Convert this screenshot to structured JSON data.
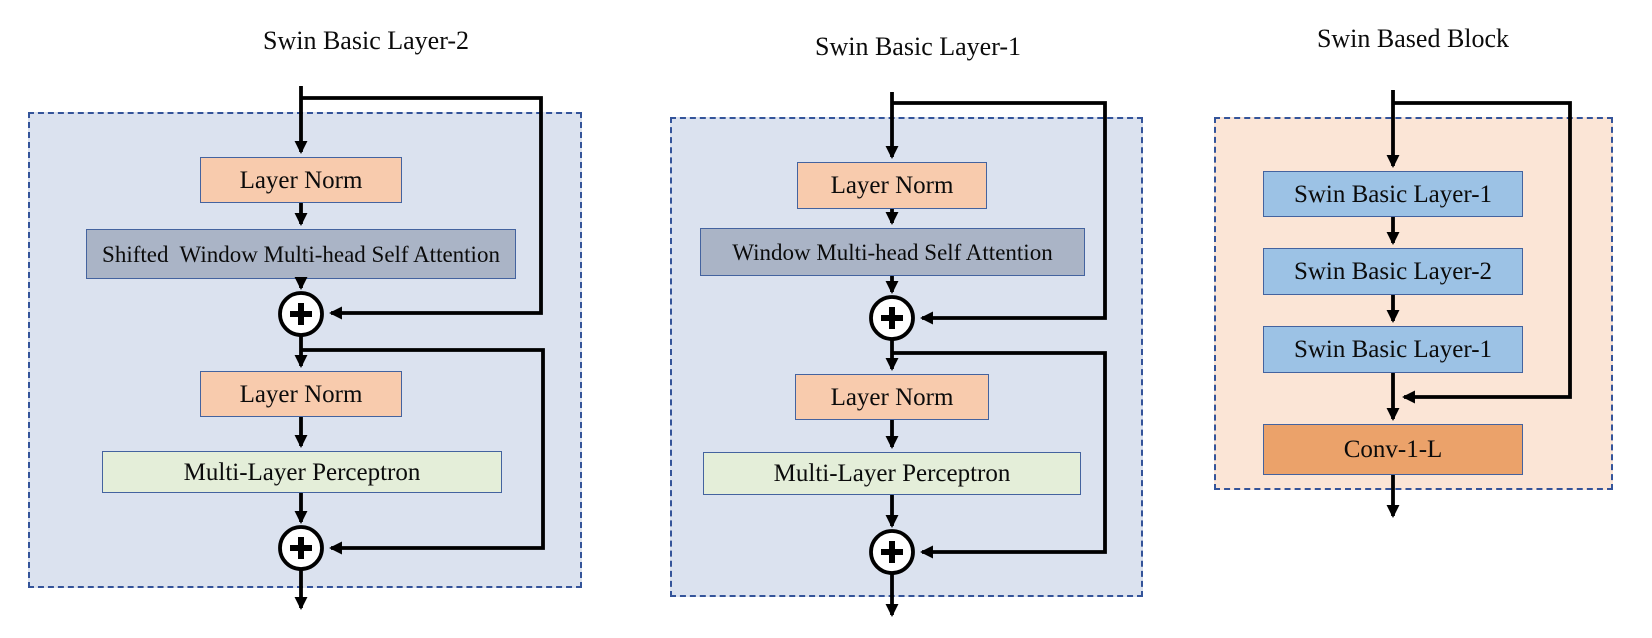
{
  "diagram": {
    "panels": [
      {
        "title": "Swin Basic Layer-2",
        "boxes": [
          {
            "label": "Layer Norm"
          },
          {
            "label": "Shifted  Window Multi-head Self Attention"
          },
          {
            "label": "Layer Norm"
          },
          {
            "label": "Multi-Layer Perceptron"
          }
        ],
        "operators": [
          {
            "symbol": "+"
          },
          {
            "symbol": "+"
          }
        ]
      },
      {
        "title": "Swin Basic Layer-1",
        "boxes": [
          {
            "label": "Layer Norm"
          },
          {
            "label": "Window Multi-head Self Attention"
          },
          {
            "label": "Layer Norm"
          },
          {
            "label": "Multi-Layer Perceptron"
          }
        ],
        "operators": [
          {
            "symbol": "+"
          },
          {
            "symbol": "+"
          }
        ]
      },
      {
        "title": "Swin Based Block",
        "boxes": [
          {
            "label": "Swin Basic Layer-1"
          },
          {
            "label": "Swin Basic Layer-2"
          },
          {
            "label": "Swin Basic Layer-1"
          },
          {
            "label": "Conv-1-L"
          }
        ],
        "operators": []
      }
    ],
    "colors": {
      "panel_blue_bg": "#dbe2ef",
      "panel_peach_bg": "#fbe5d6",
      "dashed_border": "#34549a",
      "box_border": "#44639f",
      "layer_norm_fill": "#f8cbad",
      "attention_fill": "#aab4c6",
      "mlp_fill": "#e4eed9",
      "swin_layer_fill": "#9cc2e5",
      "conv_fill": "#eba26a",
      "line_color": "#000000"
    }
  }
}
